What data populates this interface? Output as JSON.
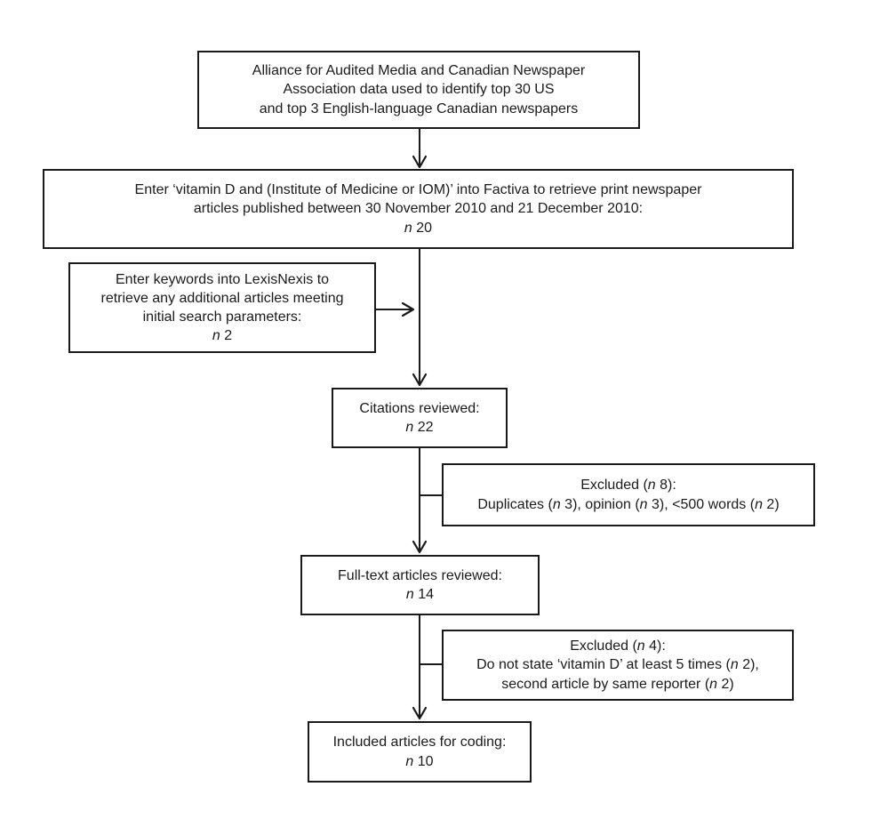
{
  "colors": {
    "line": "#1a1a1a",
    "text": "#1a1a1a",
    "background": "#ffffff"
  },
  "diagram": {
    "type": "flowchart",
    "nodes": {
      "source": {
        "lines": [
          [
            {
              "text": "Alliance for Audited Media and Canadian Newspaper"
            }
          ],
          [
            {
              "text": "Association data used to identify top 30 US"
            }
          ],
          [
            {
              "text": "and top 3 English-language Canadian newspapers"
            }
          ]
        ]
      },
      "factiva": {
        "lines": [
          [
            {
              "text": "Enter ‘vitamin D and (Institute of Medicine or IOM)’ into Factiva to retrieve print newspaper"
            }
          ],
          [
            {
              "text": "articles published between 30 November 2010 and 21 December 2010:"
            }
          ],
          [
            {
              "text": "n",
              "italic": true
            },
            {
              "text": " 20"
            }
          ]
        ]
      },
      "lexisnexis": {
        "lines": [
          [
            {
              "text": "Enter keywords into LexisNexis to"
            }
          ],
          [
            {
              "text": "retrieve any additional articles meeting"
            }
          ],
          [
            {
              "text": "initial search parameters:"
            }
          ],
          [
            {
              "text": "n",
              "italic": true
            },
            {
              "text": " 2"
            }
          ]
        ]
      },
      "citations": {
        "lines": [
          [
            {
              "text": "Citations reviewed:"
            }
          ],
          [
            {
              "text": "n",
              "italic": true
            },
            {
              "text": " 22"
            }
          ]
        ]
      },
      "excluded1": {
        "lines": [
          [
            {
              "text": "Excluded ("
            },
            {
              "text": "n",
              "italic": true
            },
            {
              "text": " 8):"
            }
          ],
          [
            {
              "text": "Duplicates ("
            },
            {
              "text": "n",
              "italic": true
            },
            {
              "text": " 3), opinion ("
            },
            {
              "text": "n",
              "italic": true
            },
            {
              "text": " 3), <500 words ("
            },
            {
              "text": "n",
              "italic": true
            },
            {
              "text": " 2)"
            }
          ]
        ]
      },
      "fulltext": {
        "lines": [
          [
            {
              "text": "Full-text articles reviewed:"
            }
          ],
          [
            {
              "text": "n",
              "italic": true
            },
            {
              "text": " 14"
            }
          ]
        ]
      },
      "excluded2": {
        "lines": [
          [
            {
              "text": "Excluded ("
            },
            {
              "text": "n",
              "italic": true
            },
            {
              "text": " 4):"
            }
          ],
          [
            {
              "text": "Do not state ‘vitamin D’ at least 5 times ("
            },
            {
              "text": "n",
              "italic": true
            },
            {
              "text": " 2),"
            }
          ],
          [
            {
              "text": "second article by same reporter ("
            },
            {
              "text": "n",
              "italic": true
            },
            {
              "text": " 2)"
            }
          ]
        ]
      },
      "included": {
        "lines": [
          [
            {
              "text": "Included articles for coding:"
            }
          ],
          [
            {
              "text": "n",
              "italic": true
            },
            {
              "text": " 10"
            }
          ]
        ]
      }
    },
    "edges": [
      {
        "from": "source",
        "to": "factiva",
        "style": "arrow"
      },
      {
        "from": "factiva",
        "to": "citations",
        "style": "arrow"
      },
      {
        "from": "lexisnexis",
        "to": "factiva-citations-line",
        "style": "arrow"
      },
      {
        "from": "citations",
        "to": "fulltext",
        "style": "arrow"
      },
      {
        "from": "citations-fulltext-line",
        "to": "excluded1",
        "style": "plain"
      },
      {
        "from": "fulltext",
        "to": "included",
        "style": "arrow"
      },
      {
        "from": "fulltext-included-line",
        "to": "excluded2",
        "style": "plain"
      }
    ]
  }
}
